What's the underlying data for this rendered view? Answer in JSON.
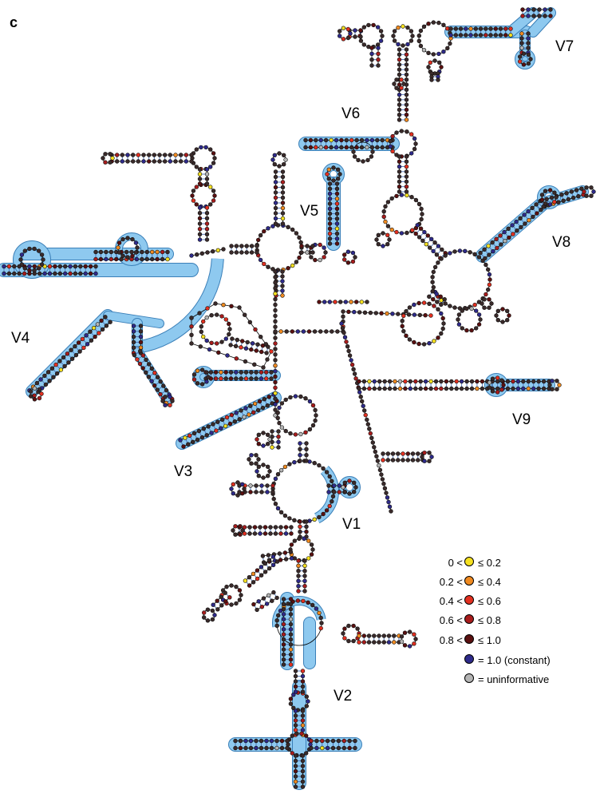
{
  "figure": {
    "panel_letter": "c",
    "region_labels": {
      "v1": "V1",
      "v2": "V2",
      "v3": "V3",
      "v4": "V4",
      "v5": "V5",
      "v6": "V6",
      "v7": "V7",
      "v8": "V8",
      "v9": "V9"
    },
    "colors": {
      "highlight_fill": "#8ec9ef",
      "highlight_edge": "#3a7fb8",
      "backbone": "#000000",
      "pair_bond": "#4a6fb5",
      "base_default": "#3a2a2a"
    },
    "legend": [
      {
        "low": "0 <",
        "high": "≤ 0.2",
        "color": "#f5e020"
      },
      {
        "low": "0.2 <",
        "high": "≤ 0.4",
        "color": "#f08a20"
      },
      {
        "low": "0.4 <",
        "high": "≤ 0.6",
        "color": "#e23020"
      },
      {
        "low": "0.6 <",
        "high": "≤ 0.8",
        "color": "#a81c1c"
      },
      {
        "low": "0.8 <",
        "high": "≤ 1.0",
        "color": "#5a1010"
      },
      {
        "low": "",
        "high": "= 1.0 (constant)",
        "color": "#2e2a8a"
      },
      {
        "low": "",
        "high": "= uninformative",
        "color": "#b4b4b4"
      }
    ]
  }
}
